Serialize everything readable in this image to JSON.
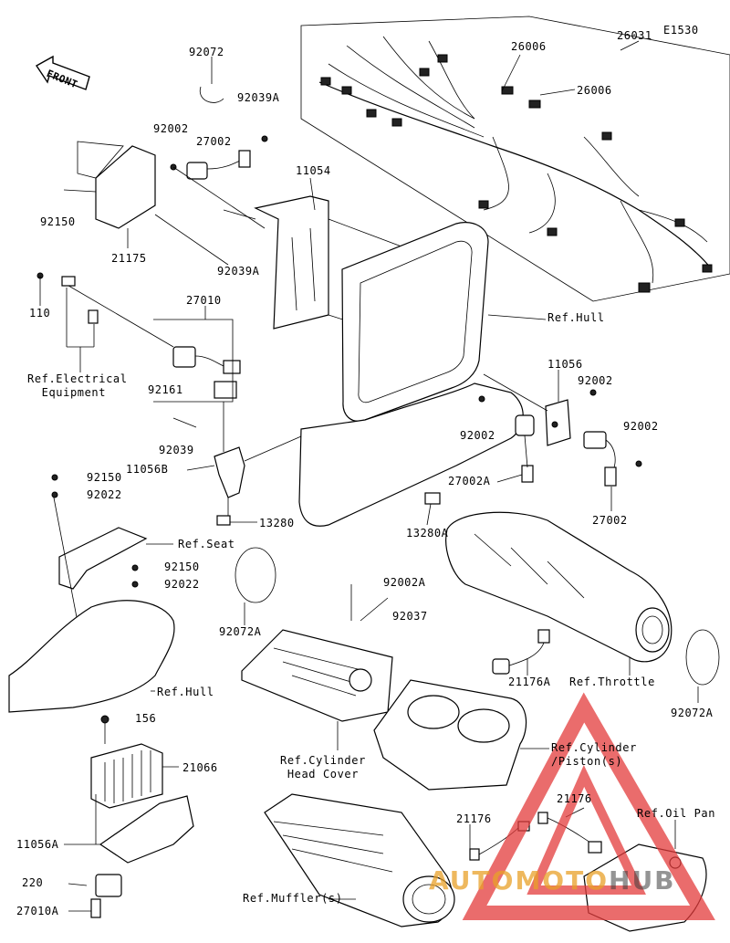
{
  "diagram_code": "E1530",
  "front_badge": "FRONT",
  "labels": {
    "p26031": "26031",
    "p26006a": "26006",
    "p26006b": "26006",
    "p92072": "92072",
    "p92039A_a": "92039A",
    "p92002_a": "92002",
    "p27002_a": "27002",
    "p11054": "11054",
    "p92150_a": "92150",
    "p21175": "21175",
    "p92039A_b": "92039A",
    "p110": "110",
    "p27010": "27010",
    "p92161": "92161",
    "p92039": "92039",
    "p11056": "11056",
    "p92002_b": "92002",
    "p92002_c": "92002",
    "p92002_d": "92002",
    "p11056B": "11056B",
    "p27002A": "27002A",
    "p27002_b": "27002",
    "p92150_b": "92150",
    "p92022_a": "92022",
    "p13280": "13280",
    "p13280A": "13280A",
    "p92150_c": "92150",
    "p92022_b": "92022",
    "p92002A": "92002A",
    "p92037": "92037",
    "p92072A_a": "92072A",
    "p21176A": "21176A",
    "p92072A_b": "92072A",
    "p156": "156",
    "p21066": "21066",
    "p21176_a": "21176",
    "p21176_b": "21176",
    "p11056A": "11056A",
    "p220": "220",
    "p27010A": "27010A"
  },
  "refs": {
    "hull_top": "Ref.Hull",
    "electrical": "Ref.Electrical\n  Equipment",
    "seat": "Ref.Seat",
    "hull_bottom": "Ref.Hull",
    "throttle": "Ref.Throttle",
    "cylinder_head": "Ref.Cylinder\n Head Cover",
    "cylinder_piston": "Ref.Cylinder\n/Piston(s)",
    "oil_pan": "Ref.Oil Pan",
    "muffler": "Ref.Muffler(s)"
  },
  "watermark": {
    "part1": "AUTOMOTO",
    "part2": "HUB"
  }
}
